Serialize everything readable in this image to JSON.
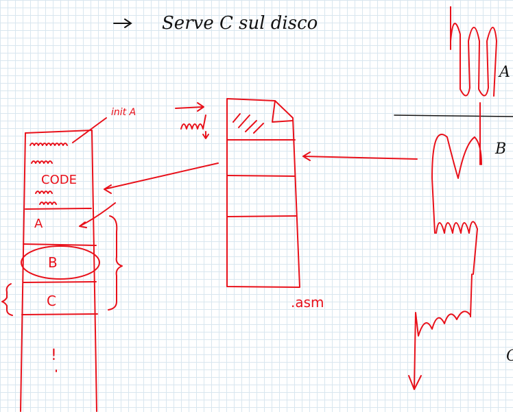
{
  "header_note": "Serve C sul disco",
  "memory": {
    "label_init": "init A",
    "label_code": "CODE",
    "segment_a": "A",
    "segment_b": "B",
    "segment_c": "C",
    "bottom_mark": "!"
  },
  "file": {
    "extension": ".asm"
  },
  "right_chain": {
    "label_a": "A",
    "label_b": "B",
    "label_c": "C"
  },
  "colors": {
    "ink_red": "#e8101a",
    "ink_black": "#111111",
    "grid": "#d8e6ef"
  }
}
